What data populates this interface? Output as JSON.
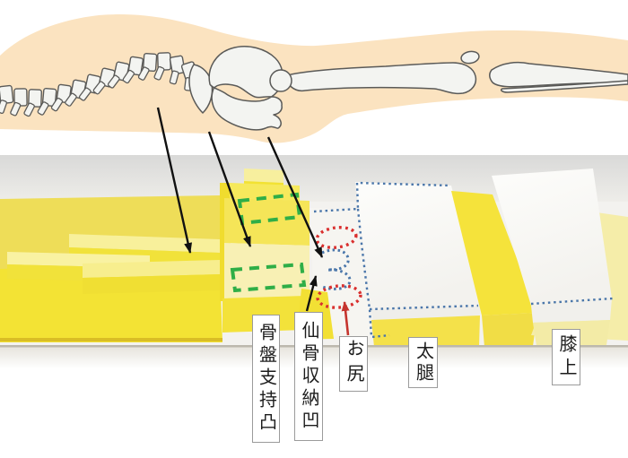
{
  "diagram": {
    "title": "mattress-zone-annotation-with-skeleton-overlay",
    "labels": {
      "pelvis_support": "骨盤支持凸",
      "sacrum_recess": "仙骨収納凹",
      "hip": "お尻",
      "thigh": "太腿",
      "above_knee": "膝上"
    },
    "markers": {
      "green_dashed_boxes": {
        "count": 2,
        "meaning": "pelvis-support-convex-zones",
        "color": "#2fae47"
      },
      "red_dotted_ellipses": {
        "count": 2,
        "meaning": "hip-pressure-points",
        "color": "#d92f2e"
      },
      "blue_recess_curve": {
        "count": 1,
        "meaning": "sacrum-recess-contour",
        "color": "#4a76aa"
      },
      "blue_dotted_outline": {
        "count": 1,
        "meaning": "thigh-block-zone",
        "color": "#4a76aa"
      },
      "black_arrows": {
        "count": 4,
        "color": "#111111"
      },
      "red_arrow": {
        "count": 1,
        "color": "#c5342e"
      }
    },
    "colors": {
      "flesh": "#fbe3c0",
      "bone_fill": "#f3f4f1",
      "bone_outline": "#5a5a58",
      "backdrop_gray": "#e3e2df",
      "foam_yellow": "#f3e23a",
      "foam_yellow_light": "#f8f09b",
      "foam_cream_face": "#f8f0b4",
      "foam_pale_yellow": "#f6eda9",
      "foam_white": "#fcfcfa",
      "table_line": "#bcb8ad"
    }
  }
}
